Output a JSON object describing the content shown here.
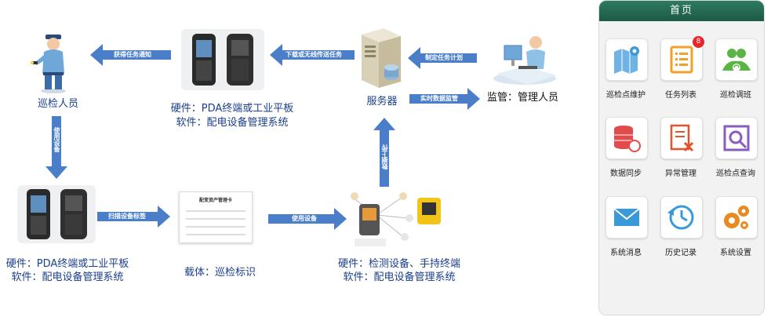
{
  "nodes": {
    "patrol": {
      "label": "巡检人员"
    },
    "pda_top": {
      "hw": "硬件：PDA终端或工业平板",
      "sw": "软件：配电设备管理系统"
    },
    "server": {
      "label": "服务器"
    },
    "manager": {
      "label": "监管：管理人员"
    },
    "pda_bottom": {
      "hw": "硬件：PDA终端或工业平板",
      "sw": "软件：配电设备管理系统"
    },
    "carrier": {
      "label": "载体：巡检标识",
      "card_title": "配变资产管理卡"
    },
    "detector": {
      "hw": "硬件：检测设备、手持终端",
      "sw": "软件：配电设备管理系统"
    }
  },
  "arrows": {
    "get_task": "获得任务通知",
    "download": "下载或无线传送任务",
    "plan": "制定任务计划",
    "realtime": "实时数据监管",
    "use_device": "使用设备",
    "scan": "扫描设备标签",
    "use": "使用设备",
    "upload": "数据上传"
  },
  "panel": {
    "title": "首页",
    "badge_count": "8",
    "tiles": [
      {
        "label": "巡检点维护",
        "icon": "map-pin-icon",
        "color": "#3a9ad9"
      },
      {
        "label": "任务列表",
        "icon": "list-icon",
        "color": "#f0a12a"
      },
      {
        "label": "巡检调班",
        "icon": "users-icon",
        "color": "#5bb545"
      },
      {
        "label": "数据同步",
        "icon": "database-sync-icon",
        "color": "#e24b4b"
      },
      {
        "label": "异常管理",
        "icon": "edit-error-icon",
        "color": "#e4542a"
      },
      {
        "label": "巡检点查询",
        "icon": "search-icon",
        "color": "#8a5bc2"
      },
      {
        "label": "系统消息",
        "icon": "mail-icon",
        "color": "#3a9ad9"
      },
      {
        "label": "历史记录",
        "icon": "history-icon",
        "color": "#3a9ad9"
      },
      {
        "label": "系统设置",
        "icon": "gears-icon",
        "color": "#e98a1f"
      }
    ]
  },
  "colors": {
    "arrow": "#4a7ec9",
    "label": "#1a3e8c",
    "header": "#1f6450"
  }
}
